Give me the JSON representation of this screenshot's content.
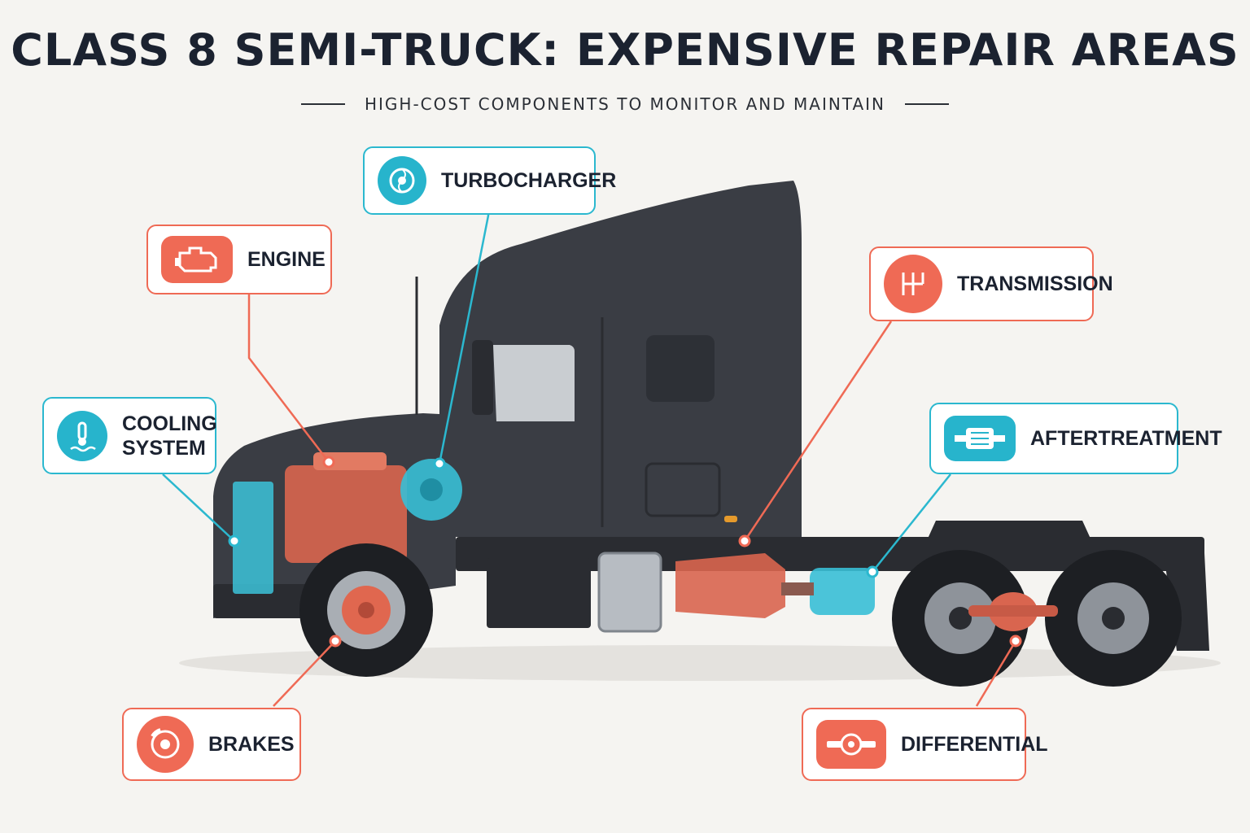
{
  "header": {
    "title": "CLASS 8 SEMI-TRUCK: EXPENSIVE REPAIR AREAS",
    "subtitle": "HIGH-COST COMPONENTS TO MONITOR AND MAINTAIN"
  },
  "callouts": {
    "turbocharger": {
      "label": "TURBOCHARGER",
      "icon": "turbo-icon"
    },
    "engine": {
      "label": "ENGINE",
      "icon": "engine-icon"
    },
    "transmission": {
      "label": "TRANSMISSION",
      "icon": "gear-shift-icon"
    },
    "cooling": {
      "label": "COOLING\nSYSTEM",
      "icon": "thermometer-icon"
    },
    "aftertreatment": {
      "label": "AFTERTREATMENT",
      "icon": "filter-icon"
    },
    "brakes": {
      "label": "BRAKES",
      "icon": "brake-disc-icon"
    },
    "differential": {
      "label": "DIFFERENTIAL",
      "icon": "axle-gear-icon"
    }
  },
  "colors": {
    "accent_red": "#ef6a55",
    "accent_teal": "#2bb8cf",
    "truck_body": "#3a3d44",
    "title_text": "#1b2230"
  }
}
